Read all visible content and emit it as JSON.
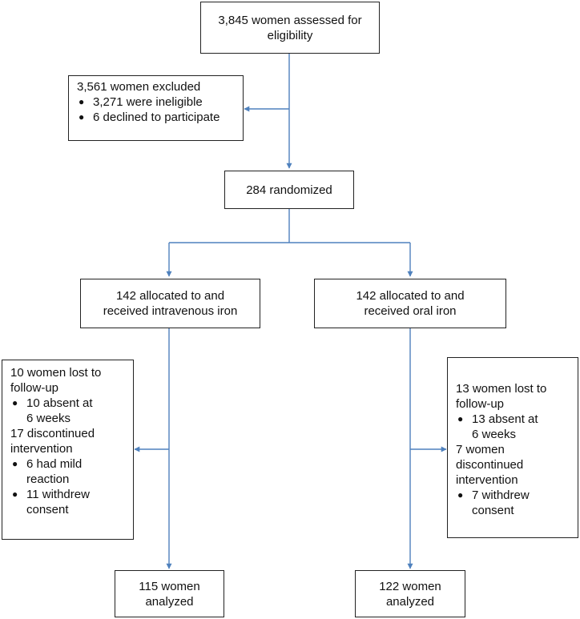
{
  "colors": {
    "connector": "#4f81bd",
    "border": "#222222"
  },
  "assessed": {
    "lines": [
      "3,845 women assessed for",
      "eligibility"
    ]
  },
  "excluded": {
    "title": "3,561 women excluded",
    "bullets": [
      "3,271 were ineligible",
      "6 declined to participate"
    ]
  },
  "randomized": {
    "label": "284 randomized"
  },
  "allocation_iv": {
    "lines": [
      "142 allocated to and",
      "received intravenous iron"
    ]
  },
  "allocation_oral": {
    "lines": [
      "142 allocated to and",
      "received oral iron"
    ]
  },
  "lost_iv": {
    "lost_lines": [
      "10 women lost to",
      "follow-up"
    ],
    "lost_bullet": [
      "10 absent at",
      "6 weeks"
    ],
    "disc_lines": [
      "17 discontinued",
      "intervention"
    ],
    "disc_bullets": [
      [
        "6 had mild",
        "reaction"
      ],
      [
        "11 withdrew",
        "consent"
      ]
    ]
  },
  "lost_oral": {
    "lost_lines": [
      "13 women lost to",
      "follow-up"
    ],
    "lost_bullet": [
      "13 absent at",
      "6 weeks"
    ],
    "disc_lines": [
      "7 women",
      "discontinued",
      "intervention"
    ],
    "disc_bullets": [
      [
        "7 withdrew",
        "consent"
      ]
    ]
  },
  "analyzed_iv": {
    "lines": [
      "115 women",
      "analyzed"
    ]
  },
  "analyzed_oral": {
    "lines": [
      "122 women",
      "analyzed"
    ]
  }
}
